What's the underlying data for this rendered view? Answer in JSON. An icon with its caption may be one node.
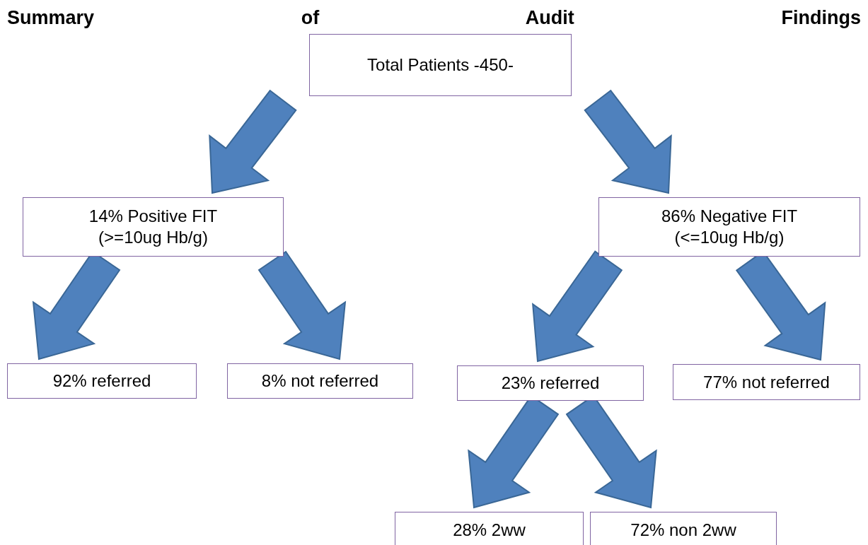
{
  "diagram": {
    "title": "Summary of Audit Findings",
    "nodes": [
      {
        "text": [
          "Total Patients -450-"
        ]
      },
      {
        "text": [
          "14% Positive FIT (>=10ug Hb/g)"
        ]
      },
      {
        "text": [
          "86% Negative FIT (<=10ug Hb/g)"
        ]
      },
      {
        "text": [
          "92% referred"
        ]
      },
      {
        "text": [
          "8% not referred"
        ]
      },
      {
        "text": [
          "23% referred"
        ]
      },
      {
        "text": [
          "77% not referred"
        ]
      },
      {
        "text": [
          "28% 2ww"
        ]
      },
      {
        "text": [
          "72% non 2ww"
        ]
      }
    ],
    "edges": [
      {
        "from": 0,
        "to": 1,
        "arrow": "to"
      },
      {
        "from": 0,
        "to": 2,
        "arrow": "to"
      },
      {
        "from": 1,
        "to": 3,
        "arrow": "to"
      },
      {
        "from": 1,
        "to": 4,
        "arrow": "to"
      },
      {
        "from": 2,
        "to": 5,
        "arrow": "to"
      },
      {
        "from": 2,
        "to": 6,
        "arrow": "to"
      },
      {
        "from": 5,
        "to": 7,
        "arrow": "to"
      },
      {
        "from": 5,
        "to": 8,
        "arrow": "to"
      }
    ]
  }
}
